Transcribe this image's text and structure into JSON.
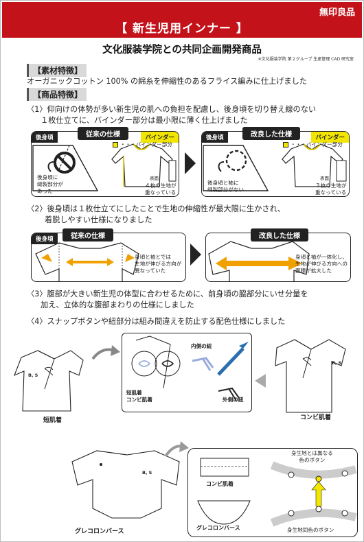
{
  "header": {
    "brand": "無印良品",
    "title": "【 新生児用インナー 】",
    "subtitle": "文化服装学院との共同企画開発商品",
    "credit": "※文化服装学院 第２グループ 生産管理 CAD 研究室"
  },
  "material": {
    "heading": "【素材特徴】",
    "text": "オーガニックコットン 100% の綿糸を伸縮性のあるフライス編みに仕上げました"
  },
  "features": {
    "heading": "【商品特徴】",
    "item1": {
      "line1": "〈1〉仰向けの体勢が多い新生児の肌への負担を配慮し、後身頃を切り替え線のない",
      "line2": "１枚仕立てに、バインダー部分は最小限に薄く仕上げました"
    },
    "item2": {
      "line1": "〈2〉後身頃は１枚仕立てにしたことで生地の伸縮性が最大限に生かされ、",
      "line2": "着脱しやすい仕様になりました"
    },
    "item3": {
      "line1": "〈3〉腹部が大きい新生児の体型に合わせるために、前身頃の脇部分にいせ分量を",
      "line2": "加え、立体的な腹部まわりの仕様にしました"
    },
    "item4": {
      "line1": "〈4〉スナップボタンや紐部分は組み間違えを防止する配色仕様にしました"
    }
  },
  "diagram1": {
    "old_tab": "従来の仕様",
    "new_tab": "改良した仕様",
    "back_label": "後身頃",
    "binder_label": "バインダー",
    "legend": "・・・バインダー部分",
    "front_label": "表面",
    "old_seam_note": [
      "後身頃に",
      "縫製部分が",
      "あった"
    ],
    "old_layer_note": [
      "４枚の生地が",
      "重なっている"
    ],
    "new_seam_note": [
      "後身頃と袖に",
      "縫製部分がない"
    ],
    "new_layer_note": [
      "３枚の生地が",
      "重なっている"
    ]
  },
  "diagram2": {
    "old_tab": "従来の仕様",
    "new_tab": "改良した仕様",
    "back_label": "後身頃",
    "old_note": [
      "身頃と袖とでは",
      "生地が伸びる方向が",
      "異なっていた"
    ],
    "new_note": [
      "身頃と袖が一体化し、",
      "生地が伸びる方向への",
      "面積が拡大した"
    ]
  },
  "diagram4": {
    "short_label": "短肌着",
    "combi_label": "コンビ肌着",
    "short_combi_label": [
      "短肌着",
      "コンビ肌着"
    ],
    "inner_tie": "内側の紐",
    "outer_tie": "外側の紐",
    "size_mark": "B, S",
    "grecolon_label": "グレコロンバース",
    "combi_label2": "コンビ肌着",
    "grecolon_label2": "グレコロンバース",
    "diff_button": [
      "身生地とは異なる",
      "色のボタン"
    ],
    "same_button": "身生地同色のボタン"
  }
}
